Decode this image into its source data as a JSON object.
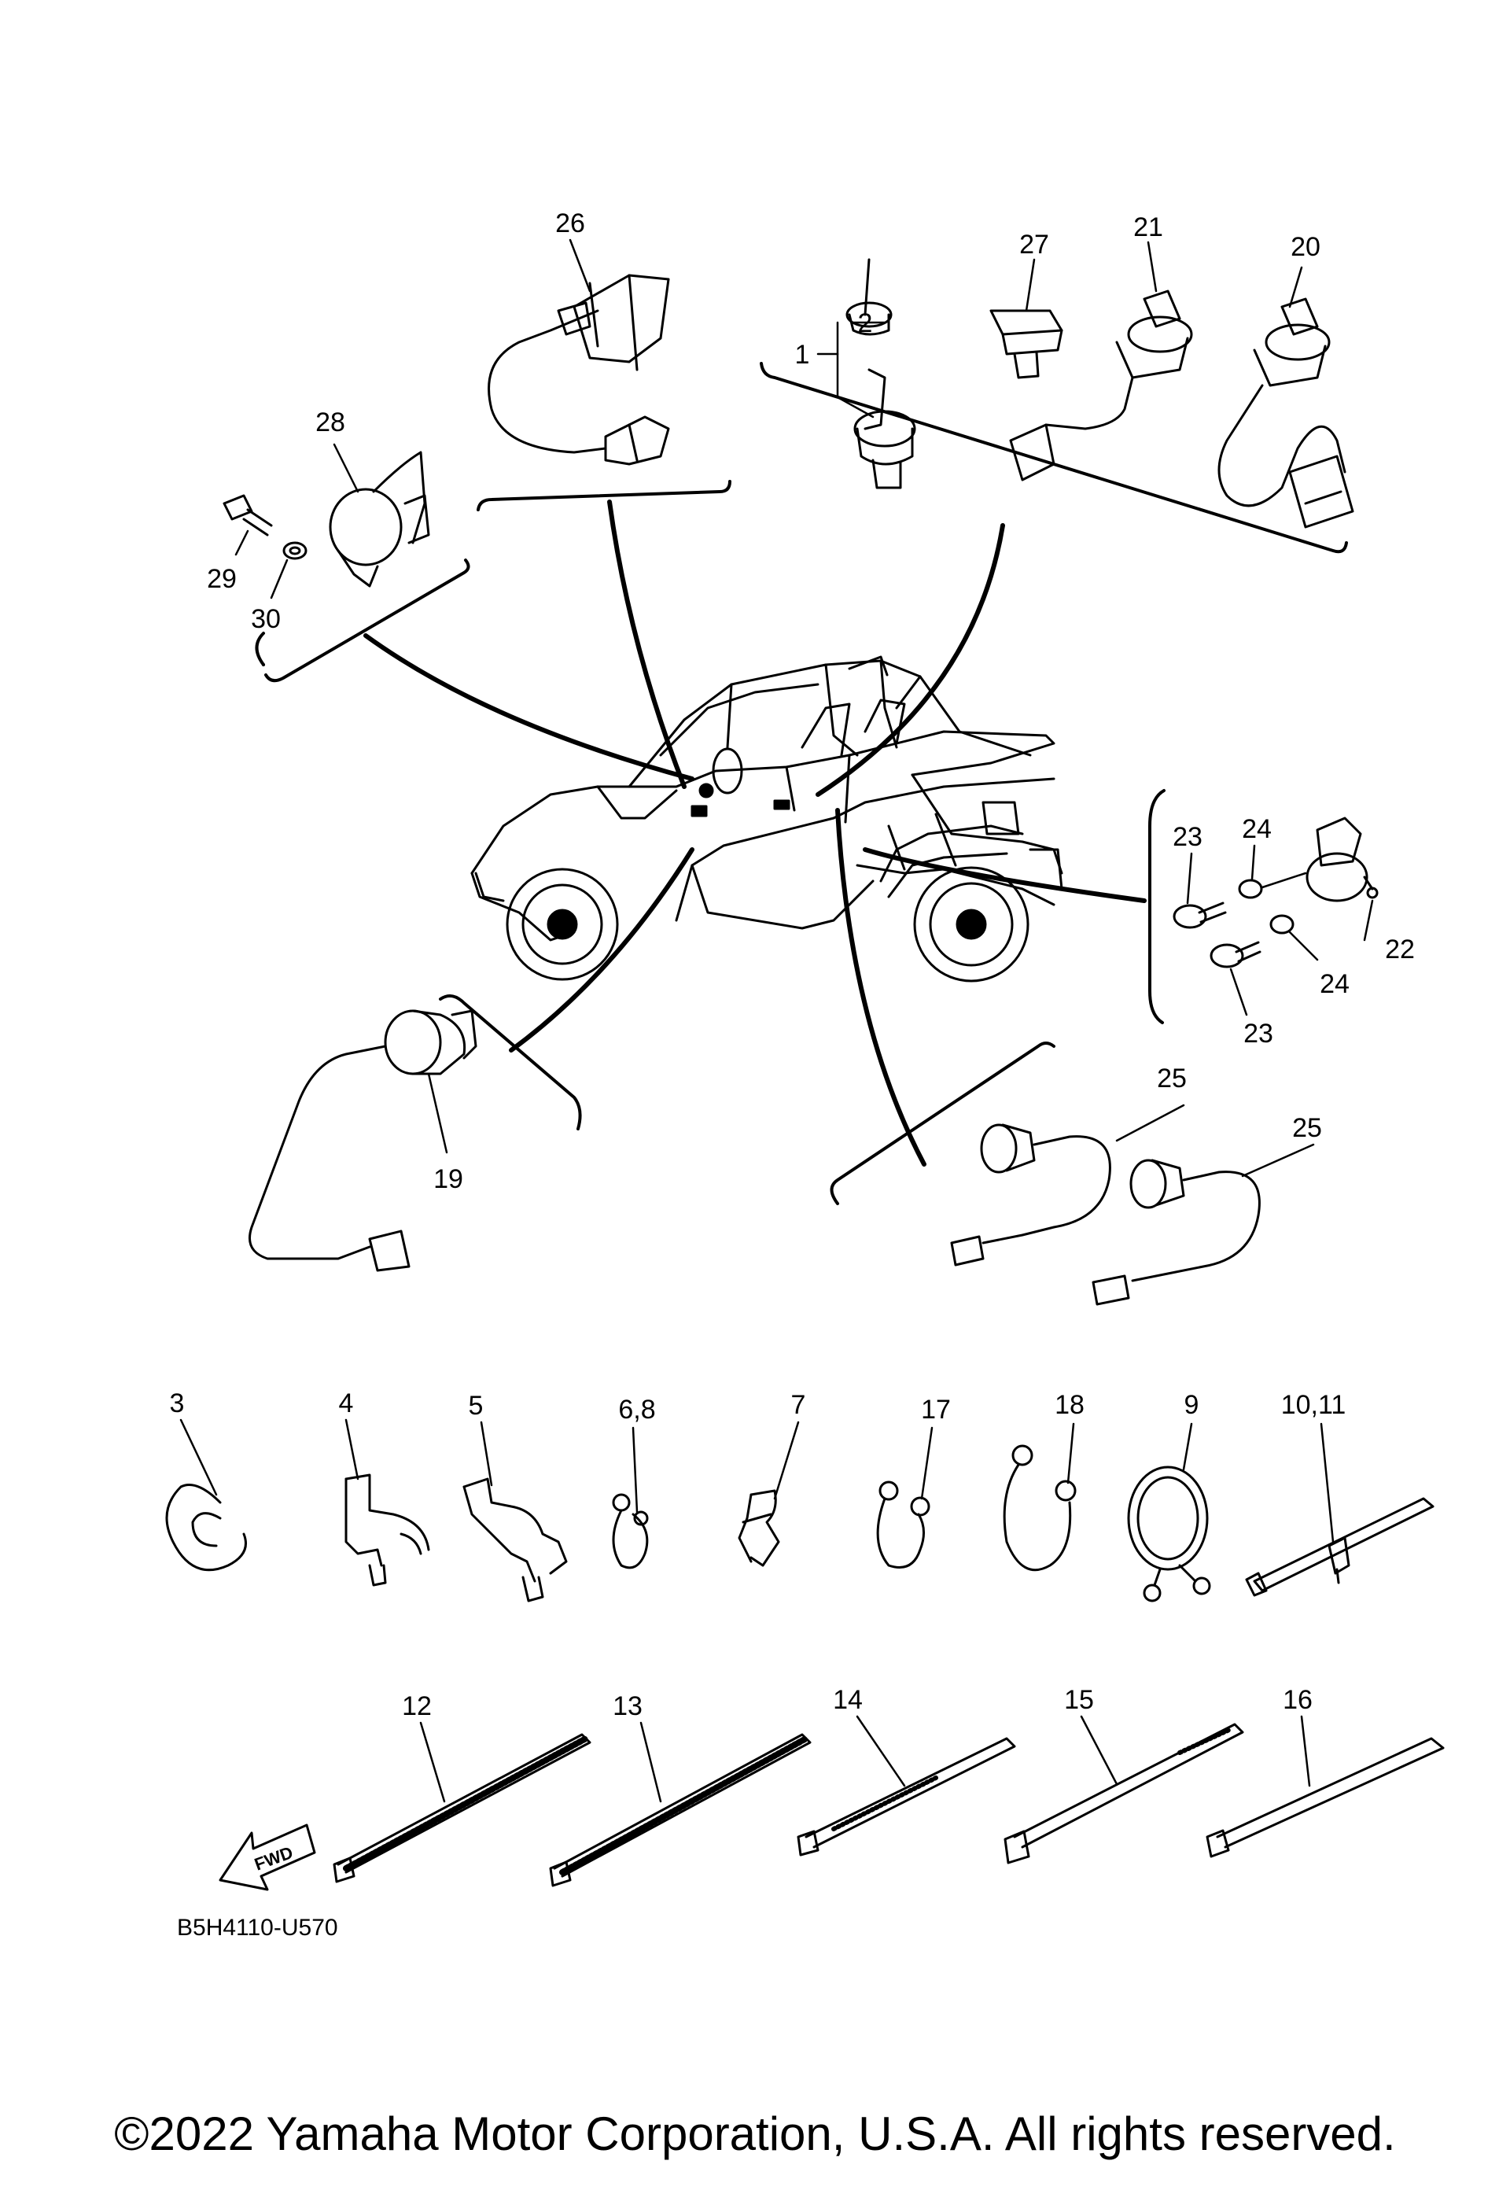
{
  "diagram": {
    "callouts": {
      "c26": "26",
      "c27": "27",
      "c21": "21",
      "c20": "20",
      "c2": "2",
      "c1": "1",
      "c28": "28",
      "c29": "29",
      "c30": "30",
      "c23a": "23",
      "c24a": "24",
      "c22": "22",
      "c24b": "24",
      "c23b": "23",
      "c19": "19",
      "c25a": "25",
      "c25b": "25",
      "c3": "3",
      "c4": "4",
      "c5": "5",
      "c68": "6,8",
      "c7": "7",
      "c17": "17",
      "c18": "18",
      "c9": "9",
      "c1011": "10,11",
      "c12": "12",
      "c13": "13",
      "c14": "14",
      "c15": "15",
      "c16": "16"
    },
    "fwd_label": "FWD",
    "drawing_code": "B5H4110-U570"
  },
  "footer": {
    "copyright": "©2022 Yamaha Motor Corporation, U.S.A. All rights reserved."
  }
}
